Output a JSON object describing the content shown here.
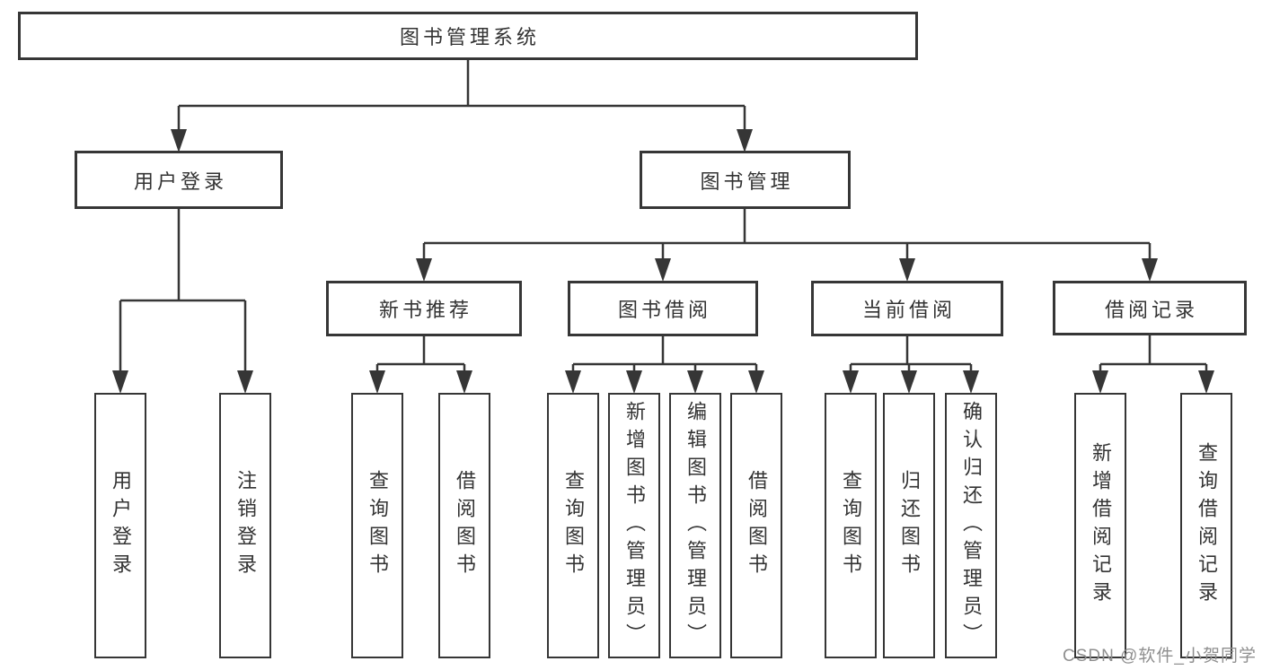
{
  "root": {
    "label": "图书管理系统"
  },
  "level2": [
    {
      "label": "用户登录"
    },
    {
      "label": "图书管理"
    }
  ],
  "level3": [
    {
      "label": "新书推荐",
      "parent": "图书管理"
    },
    {
      "label": "图书借阅",
      "parent": "图书管理"
    },
    {
      "label": "当前借阅",
      "parent": "图书管理"
    },
    {
      "label": "借阅记录",
      "parent": "图书管理"
    }
  ],
  "leaves": [
    {
      "label": "用户登录",
      "parent": "用户登录"
    },
    {
      "label": "注销登录",
      "parent": "用户登录"
    },
    {
      "label": "查询图书",
      "parent": "新书推荐"
    },
    {
      "label": "借阅图书",
      "parent": "新书推荐"
    },
    {
      "label": "查询图书",
      "parent": "图书借阅"
    },
    {
      "label": "新增图书（管理员）",
      "parent": "图书借阅"
    },
    {
      "label": "编辑图书（管理员）",
      "parent": "图书借阅"
    },
    {
      "label": "借阅图书",
      "parent": "图书借阅"
    },
    {
      "label": "查询图书",
      "parent": "当前借阅"
    },
    {
      "label": "归还图书",
      "parent": "当前借阅"
    },
    {
      "label": "确认归还（管理员）",
      "parent": "当前借阅"
    },
    {
      "label": "新增借阅记录",
      "parent": "借阅记录"
    },
    {
      "label": "查询借阅记录",
      "parent": "借阅记录"
    }
  ],
  "watermark": {
    "text": "CSDN @软件_小贺同学"
  },
  "colors": {
    "line": "#363636",
    "box_border": "#363636",
    "box_background": "#ffffff",
    "text": "#333333",
    "watermark": "#8f8f8f",
    "background": "#ffffff"
  }
}
